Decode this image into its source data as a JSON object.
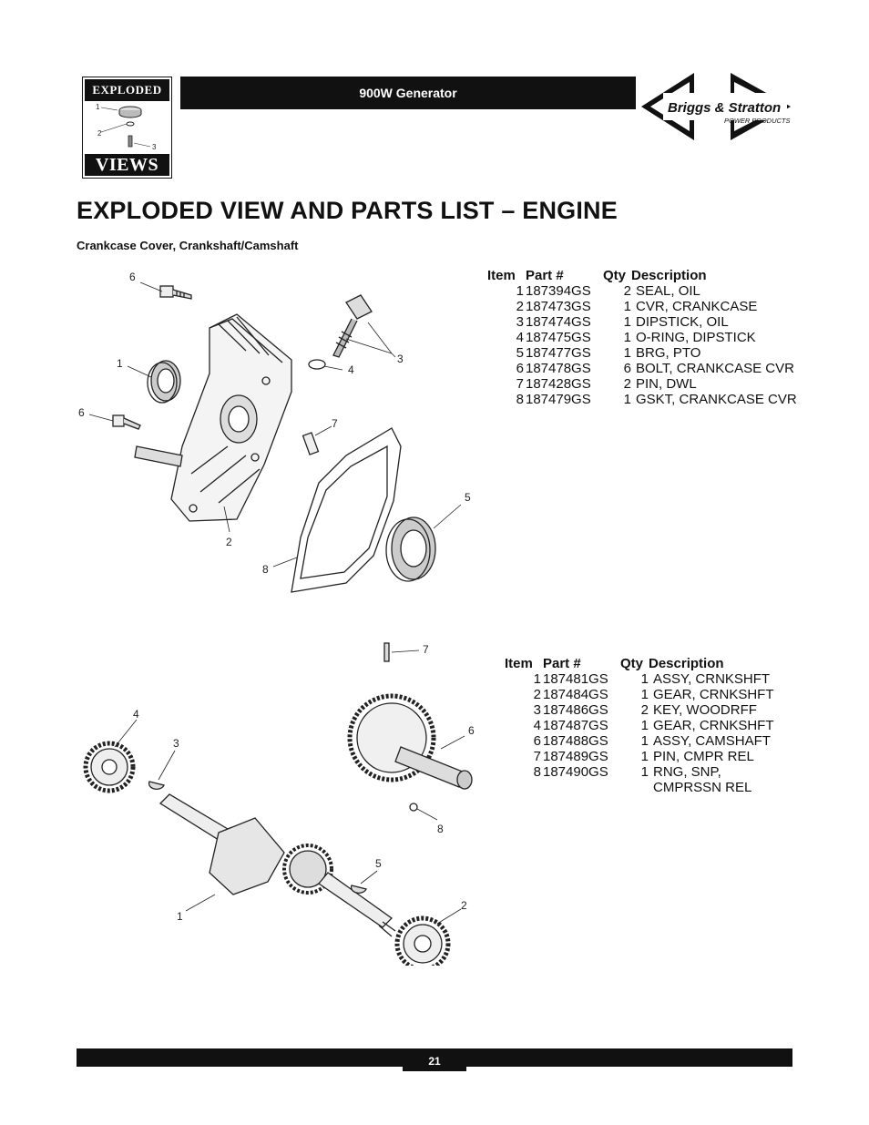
{
  "header": {
    "badge_top": "EXPLODED",
    "badge_bottom": "VIEWS",
    "badge_callouts": [
      "1",
      "2",
      "3"
    ],
    "product": "900W Generator",
    "brand_name": "Briggs & Stratton",
    "brand_sub": "POWER PRODUCTS"
  },
  "title": "EXPLODED VIEW AND PARTS LIST – ENGINE",
  "subtitle": "Crankcase Cover, Crankshaft/Camshaft",
  "table_headers": {
    "item": "Item",
    "part": "Part #",
    "qty": "Qty",
    "desc": "Description"
  },
  "table1": [
    {
      "item": "1",
      "part": "187394GS",
      "qty": "2",
      "desc": "SEAL, OIL"
    },
    {
      "item": "2",
      "part": "187473GS",
      "qty": "1",
      "desc": "CVR, CRANKCASE"
    },
    {
      "item": "3",
      "part": "187474GS",
      "qty": "1",
      "desc": "DIPSTICK, OIL"
    },
    {
      "item": "4",
      "part": "187475GS",
      "qty": "1",
      "desc": "O-RING, DIPSTICK"
    },
    {
      "item": "5",
      "part": "187477GS",
      "qty": "1",
      "desc": "BRG, PTO"
    },
    {
      "item": "6",
      "part": "187478GS",
      "qty": "6",
      "desc": "BOLT, CRANKCASE CVR"
    },
    {
      "item": "7",
      "part": "187428GS",
      "qty": "2",
      "desc": "PIN, DWL"
    },
    {
      "item": "8",
      "part": "187479GS",
      "qty": "1",
      "desc": "GSKT, CRANKCASE CVR"
    }
  ],
  "table2": [
    {
      "item": "1",
      "part": "187481GS",
      "qty": "1",
      "desc": "ASSY, CRNKSHFT"
    },
    {
      "item": "2",
      "part": "187484GS",
      "qty": "1",
      "desc": "GEAR, CRNKSHFT"
    },
    {
      "item": "3",
      "part": "187486GS",
      "qty": "2",
      "desc": "KEY, WOODRFF"
    },
    {
      "item": "4",
      "part": "187487GS",
      "qty": "1",
      "desc": "GEAR, CRNKSHFT"
    },
    {
      "item": "6",
      "part": "187488GS",
      "qty": "1",
      "desc": "ASSY, CAMSHAFT"
    },
    {
      "item": "7",
      "part": "187489GS",
      "qty": "1",
      "desc": "PIN, CMPR REL"
    },
    {
      "item": "8",
      "part": "187490GS",
      "qty": "1",
      "desc": "RNG, SNP, CMPRSSN REL"
    }
  ],
  "diagram1_callouts": [
    "6",
    "1",
    "6",
    "7",
    "3",
    "4",
    "2",
    "8",
    "5"
  ],
  "diagram2_callouts": [
    "7",
    "4",
    "3",
    "6",
    "8",
    "5",
    "2",
    "1"
  ],
  "page_number": "21"
}
